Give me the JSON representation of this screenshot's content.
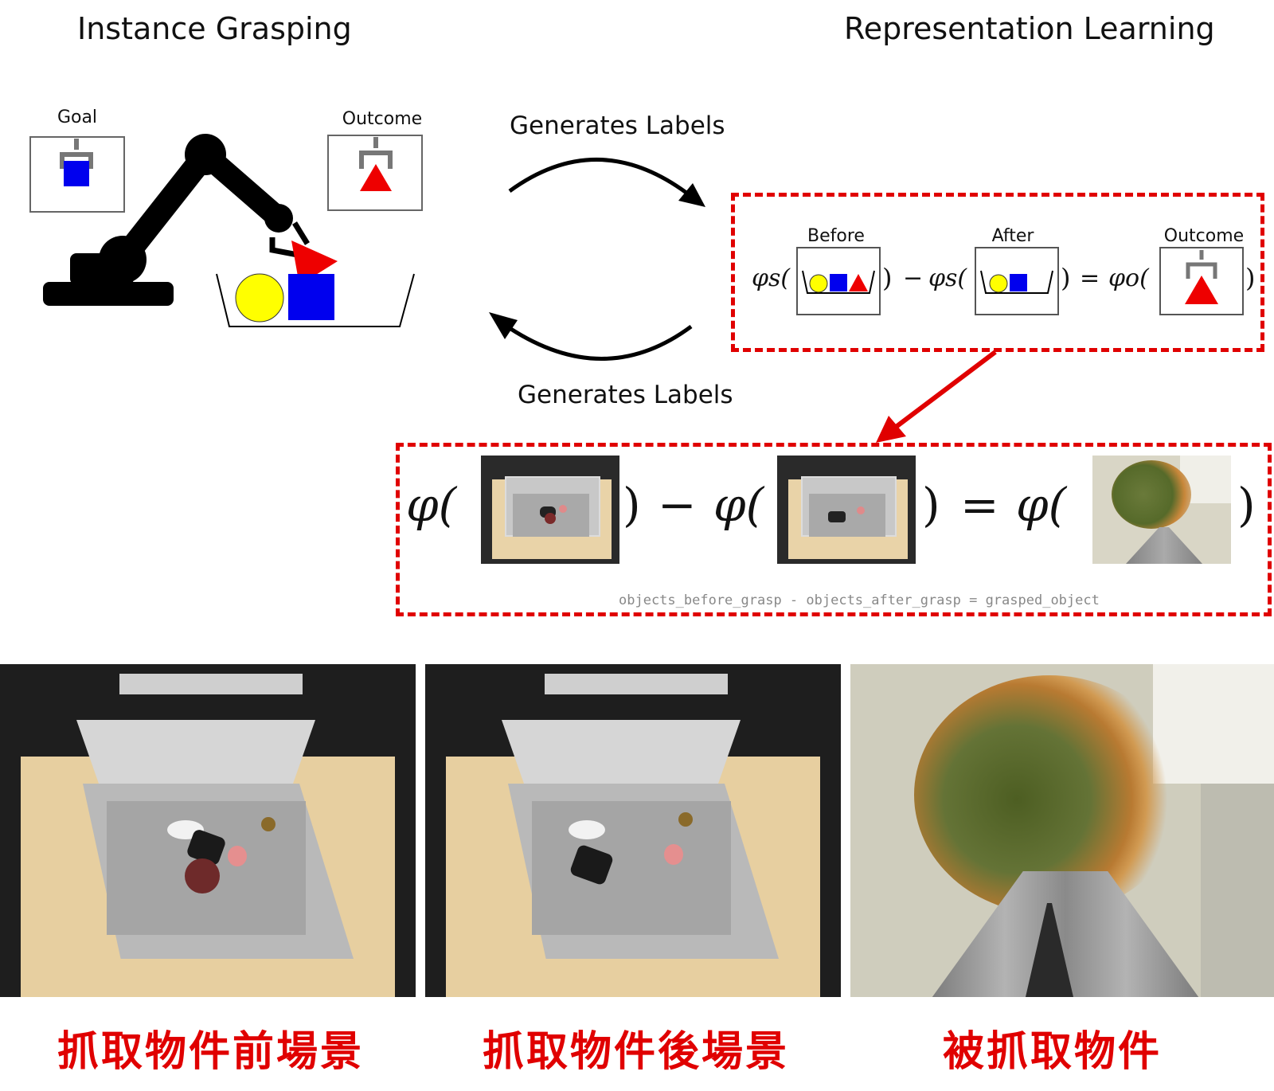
{
  "headings": {
    "left": "Instance Grasping",
    "right": "Representation Learning"
  },
  "robot_panel": {
    "goal_label": "Goal",
    "outcome_label": "Outcome"
  },
  "cycle": {
    "top_label": "Generates Labels",
    "bottom_label": "Generates Labels"
  },
  "equation_schematic": {
    "before_label": "Before",
    "after_label": "After",
    "outcome_label": "Outcome",
    "phi_s_1": "φs(",
    "minus": "−",
    "phi_s_2": "φs(",
    "equals": "=",
    "phi_o": "φo("
  },
  "equation_photos": {
    "phi_1": "φ(",
    "close_1": ")",
    "minus": "−",
    "phi_2": "φ(",
    "close_2": ")",
    "equals": "=",
    "phi_3": "φ(",
    "close_3": ")",
    "caption": "objects_before_grasp - objects_after_grasp = grasped_object"
  },
  "bottom_captions": [
    "抓取物件前場景",
    "抓取物件後場景",
    "被抓取物件"
  ],
  "colors": {
    "red_dash": "#e00000",
    "shape_blue": "#0000ee",
    "shape_red": "#ee0000",
    "shape_yellow": "#ffff00"
  }
}
